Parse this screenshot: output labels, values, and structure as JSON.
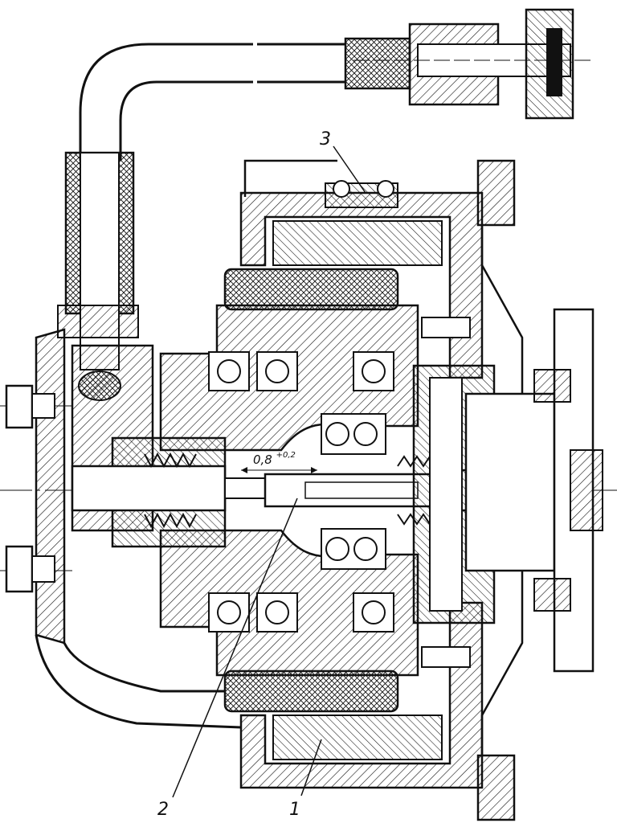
{
  "callouts": {
    "part_1": "1",
    "part_2": "2",
    "part_3": "3"
  },
  "dimension": {
    "base": "0,8",
    "tolerance": "+0,2"
  },
  "colors": {
    "ink": "#111111",
    "paper": "#ffffff"
  }
}
